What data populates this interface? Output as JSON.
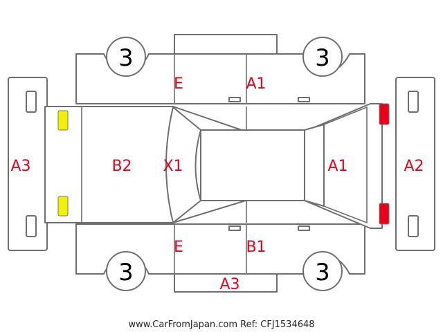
{
  "damage_codes": {
    "front_left_door": "E",
    "rear_left_door": "A1",
    "front_right_door": "E",
    "rear_right_door": "B1",
    "hood": "B2",
    "windshield": "X1",
    "rear_window": "A1",
    "front_bumper": "A3",
    "rear_bumper": "A2",
    "right_side_sill": "A3"
  },
  "tires": {
    "front_left": "3",
    "rear_left": "3",
    "front_right": "3",
    "rear_right": "3"
  },
  "markers": {
    "front_lights_color": "#f2f200",
    "rear_lights_color": "#e8001c"
  },
  "watermark": "www.CarFromJapan.com Ref: CFJ1534648"
}
